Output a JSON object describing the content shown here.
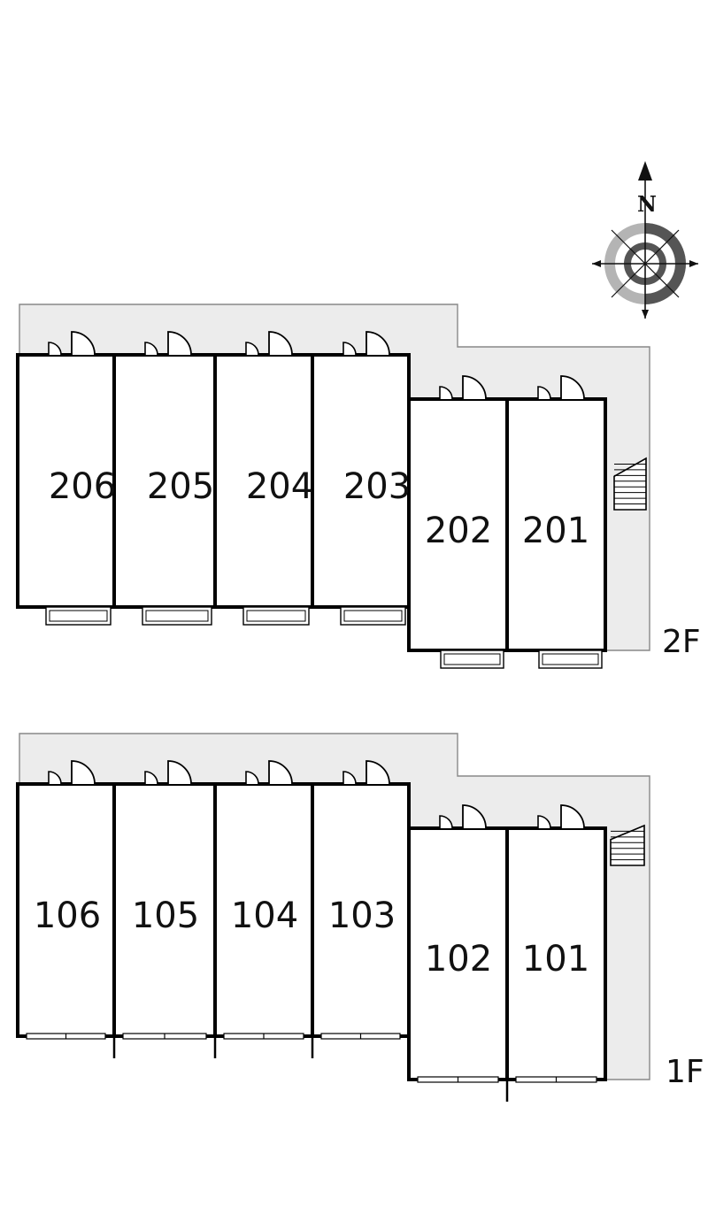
{
  "compass": {
    "label": "N"
  },
  "floors": [
    {
      "label": "2F",
      "units": [
        "206",
        "205",
        "204",
        "203",
        "202",
        "201"
      ]
    },
    {
      "label": "1F",
      "units": [
        "106",
        "105",
        "104",
        "103",
        "102",
        "101"
      ]
    }
  ],
  "colors": {
    "corridor": "#ececec",
    "wall": "#000000",
    "ring_dark": "#555555",
    "ring_light": "#b4b4b4"
  }
}
